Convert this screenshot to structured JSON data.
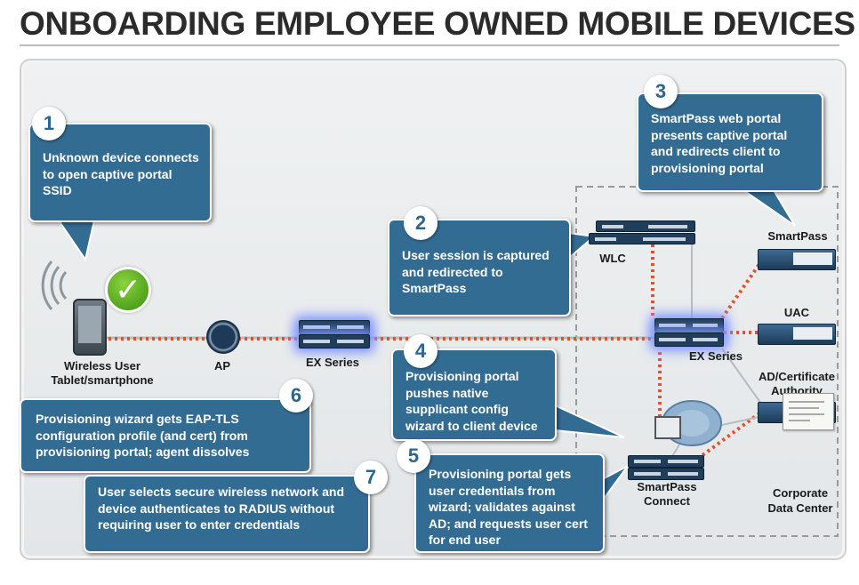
{
  "title": "ONBOARDING EMPLOYEE OWNED MOBILE DEVICES",
  "colors": {
    "callout_fill": "#336c93",
    "badge_text": "#2c6690",
    "wired_link": "#e0522e",
    "device_glow": "#7f96ff",
    "check_green": "#5cb82a"
  },
  "steps": [
    {
      "number": "1",
      "text": "Unknown device connects to open captive portal SSID"
    },
    {
      "number": "2",
      "text": "User session is captured and redirected to SmartPass"
    },
    {
      "number": "3",
      "text": "SmartPass web portal presents captive portal and redirects client to provisioning portal"
    },
    {
      "number": "4",
      "text": "Provisioning portal pushes native supplicant config wizard to client device"
    },
    {
      "number": "5",
      "text": "Provisioning portal gets user credentials from wizard; validates against AD; and requests user cert for end user"
    },
    {
      "number": "6",
      "text": "Provisioning wizard gets EAP-TLS configuration profile (and cert) from provisioning portal; agent dissolves"
    },
    {
      "number": "7",
      "text": "User selects secure wireless network and device authenticates to RADIUS without requiring user to enter credentials"
    }
  ],
  "labels": {
    "wireless_user": "Wireless User Tablet/smartphone",
    "ap": "AP",
    "ex_series_left": "EX Series",
    "wlc": "WLC",
    "ex_series_right": "EX Series",
    "smartpass": "SmartPass",
    "uac": "UAC",
    "ad_ca": "AD/Certificate Authority",
    "smartpass_connect": "SmartPass Connect",
    "corporate_dc": "Corporate Data Center"
  },
  "icons": [
    "wifi-signal-icon",
    "tablet-icon",
    "checkmark-icon",
    "access-point-icon",
    "switch-icon",
    "server-icon",
    "network-cloud-icon",
    "certificate-icon",
    "monitor-icon"
  ]
}
